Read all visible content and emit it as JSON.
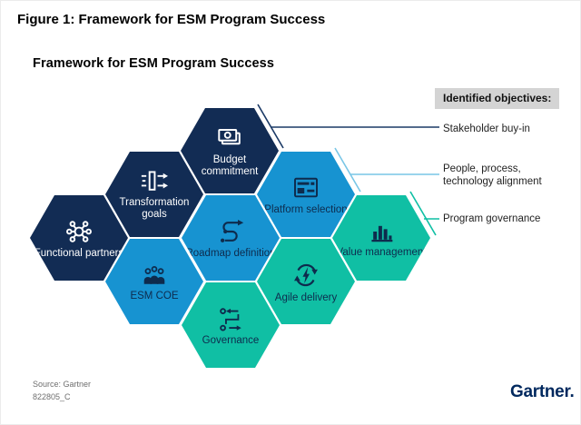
{
  "figure_title": "Figure 1: Framework for ESM Program Success",
  "chart_title": "Framework for ESM Program Success",
  "colors": {
    "navy": "#122c54",
    "blue": "#1793d1",
    "teal": "#10bfa4",
    "navy_line": "#1b3a66",
    "light_blue_line": "#79c6e6",
    "teal_line": "#0fbfa4",
    "objectives_chip_bg": "#d4d4d4",
    "logo_navy": "#00285e",
    "source_gray": "#6f6f6f"
  },
  "hexagons": [
    {
      "label": "Budget commitment",
      "icon": "banknote-icon",
      "color": "navy"
    },
    {
      "label": "Transformation goals",
      "icon": "transformation-icon",
      "color": "navy"
    },
    {
      "label": "Platform selection",
      "icon": "browser-window-icon",
      "color": "blue"
    },
    {
      "label": "Functional partners",
      "icon": "network-people-icon",
      "color": "navy"
    },
    {
      "label": "Roadmap definition",
      "icon": "route-arrow-icon",
      "color": "blue"
    },
    {
      "label": "Value management",
      "icon": "bar-chart-icon",
      "color": "teal"
    },
    {
      "label": "ESM COE",
      "icon": "people-group-icon",
      "color": "blue"
    },
    {
      "label": "Agile delivery",
      "icon": "agile-cycle-bolt-icon",
      "color": "teal"
    },
    {
      "label": "Governance",
      "icon": "workflow-icon",
      "color": "teal"
    }
  ],
  "objectives": {
    "heading": "Identified objectives:",
    "items": [
      {
        "label": "Stakeholder buy-in",
        "line_color": "navy_line"
      },
      {
        "label": "People, process, technology alignment",
        "line_color": "light_blue_line"
      },
      {
        "label": "Program governance",
        "line_color": "teal_line"
      }
    ]
  },
  "footer": {
    "source": "Source: Gartner",
    "doc_id": "822805_C",
    "logo": "Gartner."
  }
}
